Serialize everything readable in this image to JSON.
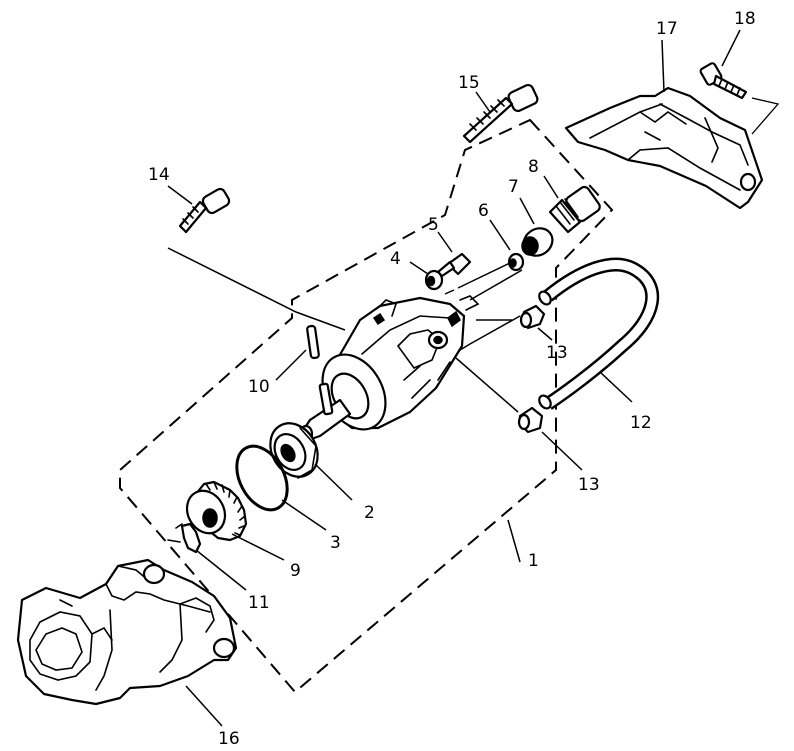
{
  "callouts": {
    "c1": "1",
    "c2": "2",
    "c3": "3",
    "c4": "4",
    "c5": "5",
    "c6": "6",
    "c7": "7",
    "c8": "8",
    "c9": "9",
    "c10": "10",
    "c11": "11",
    "c12": "12",
    "c13a": "13",
    "c13b": "13",
    "c14": "14",
    "c15": "15",
    "c16": "16",
    "c17": "17",
    "c18": "18"
  },
  "colors": {
    "ink": "#000000",
    "paper": "#ffffff"
  }
}
